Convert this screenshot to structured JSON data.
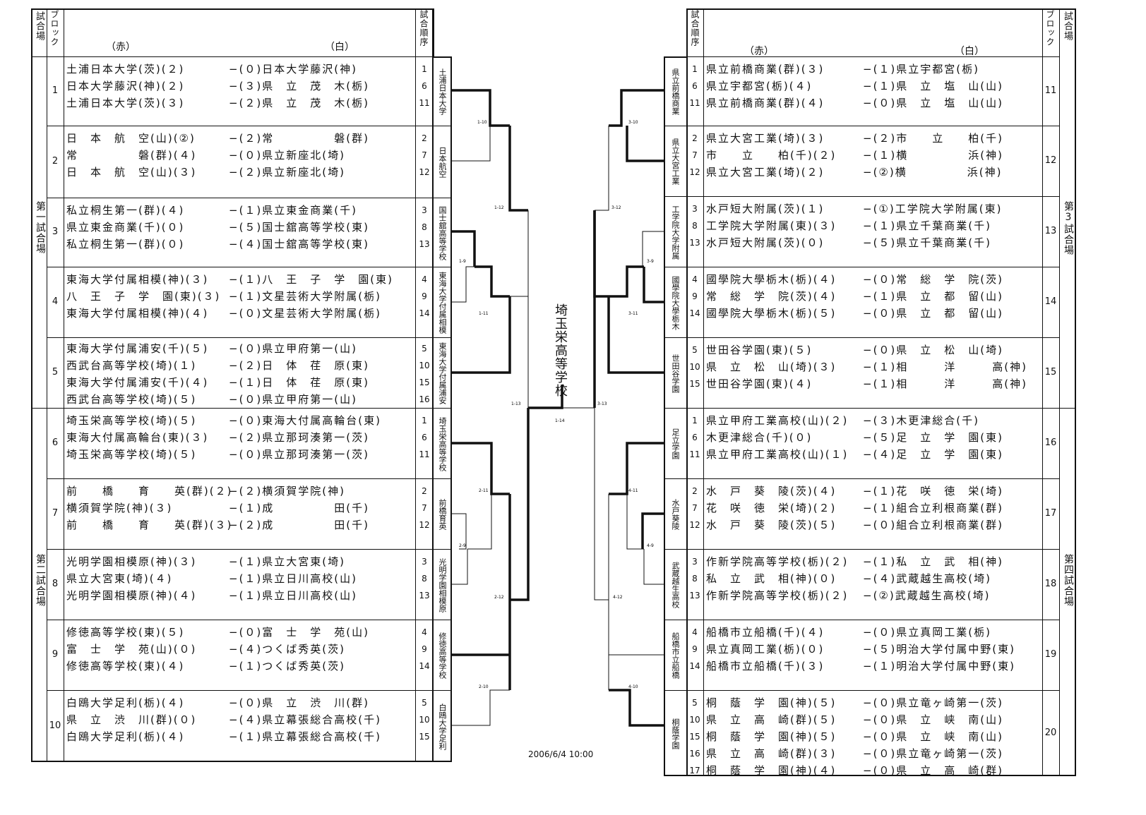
{
  "headers": {
    "venue": "試合場",
    "block": "ブロック",
    "red": "（赤）",
    "white": "（白）",
    "order": "試合順序"
  },
  "left": {
    "venues": [
      "第一試合場",
      "第二試合場"
    ],
    "blocks": [
      {
        "no": "1",
        "winner": "土浦日本大学",
        "rows": [
          {
            "o": "1",
            "r": "土浦日本大学(茨)(２)",
            "w": "−(０)日本大学藤沢(神)"
          },
          {
            "o": "6",
            "r": "日本大学藤沢(神)(２)",
            "w": "−(３)県　立　茂　木(栃)"
          },
          {
            "o": "11",
            "r": "土浦日本大学(茨)(３)",
            "w": "−(２)県　立　茂　木(栃)"
          }
        ]
      },
      {
        "no": "2",
        "winner": "日本航空",
        "rows": [
          {
            "o": "2",
            "r": "日　本　航　空(山)(②)",
            "w": "−(２)常　　　　　磐(群)"
          },
          {
            "o": "7",
            "r": "常　　　　　磐(群)(４)",
            "w": "−(０)県立新座北(埼)"
          },
          {
            "o": "12",
            "r": "日　本　航　空(山)(３)",
            "w": "−(２)県立新座北(埼)"
          }
        ]
      },
      {
        "no": "3",
        "winner": "国士舘高等学校",
        "rows": [
          {
            "o": "3",
            "r": "私立桐生第一(群)(４)",
            "w": "−(１)県立東金商業(千)"
          },
          {
            "o": "8",
            "r": "県立東金商業(千)(０)",
            "w": "−(５)国士舘高等学校(東)"
          },
          {
            "o": "13",
            "r": "私立桐生第一(群)(０)",
            "w": "−(４)国士舘高等学校(東)"
          }
        ]
      },
      {
        "no": "4",
        "winner": "東海大学付属相模",
        "rows": [
          {
            "o": "4",
            "r": "東海大学付属相模(神)(３)",
            "w": "−(１)八　王　子　学　園(東)"
          },
          {
            "o": "9",
            "r": "八　王　子　学　園(東)(３)",
            "w": "−(１)文星芸術大学附属(栃)"
          },
          {
            "o": "14",
            "r": "東海大学付属相模(神)(４)",
            "w": "−(０)文星芸術大学附属(栃)"
          }
        ]
      },
      {
        "no": "5",
        "winner": "東海大学付属浦安",
        "rows": [
          {
            "o": "5",
            "r": "東海大学付属浦安(千)(５)",
            "w": "−(０)県立甲府第一(山)"
          },
          {
            "o": "10",
            "r": "西武台高等学校(埼)(１)",
            "w": "−(２)日　体　荏　原(東)"
          },
          {
            "o": "15",
            "r": "東海大学付属浦安(千)(４)",
            "w": "−(１)日　体　荏　原(東)"
          },
          {
            "o": "16",
            "r": "西武台高等学校(埼)(５)",
            "w": "−(０)県立甲府第一(山)"
          }
        ]
      },
      {
        "no": "6",
        "winner": "埼玉栄高等学校",
        "rows": [
          {
            "o": "1",
            "r": "埼玉栄高等学校(埼)(５)",
            "w": "−(０)東海大付属高輪台(東)"
          },
          {
            "o": "6",
            "r": "東海大付属高輪台(東)(３)",
            "w": "−(２)県立那珂湊第一(茨)"
          },
          {
            "o": "11",
            "r": "埼玉栄高等学校(埼)(５)",
            "w": "−(０)県立那珂湊第一(茨)"
          }
        ]
      },
      {
        "no": "7",
        "winner": "前橋育英",
        "rows": [
          {
            "o": "2",
            "r": "前　　橋　　育　　英(群)(２)",
            "w": "−(２)横須賀学院(神)"
          },
          {
            "o": "7",
            "r": "横須賀学院(神)(３)",
            "w": "−(１)成　　　　　田(千)"
          },
          {
            "o": "12",
            "r": "前　　橋　　育　　英(群)(３)",
            "w": "−(２)成　　　　　田(千)"
          }
        ]
      },
      {
        "no": "8",
        "winner": "光明学園相模原",
        "rows": [
          {
            "o": "3",
            "r": "光明学園相模原(神)(３)",
            "w": "−(１)県立大宮東(埼)"
          },
          {
            "o": "8",
            "r": "県立大宮東(埼)(４)",
            "w": "−(１)県立日川高校(山)"
          },
          {
            "o": "13",
            "r": "光明学園相模原(神)(４)",
            "w": "−(１)県立日川高校(山)"
          }
        ]
      },
      {
        "no": "9",
        "winner": "修徳高等学校",
        "rows": [
          {
            "o": "4",
            "r": "修徳高等学校(東)(５)",
            "w": "−(０)富　士　学　苑(山)"
          },
          {
            "o": "9",
            "r": "富　士　学　苑(山)(０)",
            "w": "−(４)つくば秀英(茨)"
          },
          {
            "o": "14",
            "r": "修徳高等学校(東)(４)",
            "w": "−(１)つくば秀英(茨)"
          }
        ]
      },
      {
        "no": "10",
        "winner": "白鴎大学足利",
        "rows": [
          {
            "o": "5",
            "r": "白鴎大学足利(栃)(４)",
            "w": "−(０)県　立　渋　川(群)"
          },
          {
            "o": "10",
            "r": "県　立　渋　川(群)(０)",
            "w": "−(４)県立幕張総合高校(千)"
          },
          {
            "o": "15",
            "r": "白鴎大学足利(栃)(４)",
            "w": "−(１)県立幕張総合高校(千)"
          }
        ]
      }
    ]
  },
  "right": {
    "venues": [
      "第3試合場",
      "第四試合場"
    ],
    "blocks": [
      {
        "no": "11",
        "winner": "県立前橋商業",
        "rows": [
          {
            "o": "1",
            "r": "県立前橋商業(群)(３)",
            "w": "−(１)県立宇都宮(栃)"
          },
          {
            "o": "6",
            "r": "県立宇都宮(栃)(４)",
            "w": "−(１)県　立　塩　山(山)"
          },
          {
            "o": "11",
            "r": "県立前橋商業(群)(４)",
            "w": "−(０)県　立　塩　山(山)"
          }
        ]
      },
      {
        "no": "12",
        "winner": "県立大宮工業",
        "rows": [
          {
            "o": "2",
            "r": "県立大宮工業(埼)(３)",
            "w": "−(２)市　　立　　柏(千)"
          },
          {
            "o": "7",
            "r": "市　　立　　柏(千)(２)",
            "w": "−(１)横　　　　　浜(神)"
          },
          {
            "o": "12",
            "r": "県立大宮工業(埼)(２)",
            "w": "−(②)横　　　　　浜(神)"
          }
        ]
      },
      {
        "no": "13",
        "winner": "工学院大学附属",
        "rows": [
          {
            "o": "3",
            "r": "水戸短大附属(茨)(１)",
            "w": "−(①)工学院大学附属(東)"
          },
          {
            "o": "8",
            "r": "工学院大学附属(東)(３)",
            "w": "−(１)県立千葉商業(千)"
          },
          {
            "o": "13",
            "r": "水戸短大附属(茨)(０)",
            "w": "−(５)県立千葉商業(千)"
          }
        ]
      },
      {
        "no": "14",
        "winner": "國學院大學栃木",
        "rows": [
          {
            "o": "4",
            "r": "國學院大學栃木(栃)(４)",
            "w": "−(０)常　総　学　院(茨)"
          },
          {
            "o": "9",
            "r": "常　総　学　院(茨)(４)",
            "w": "−(１)県　立　都　留(山)"
          },
          {
            "o": "14",
            "r": "國學院大學栃木(栃)(５)",
            "w": "−(０)県　立　都　留(山)"
          }
        ]
      },
      {
        "no": "15",
        "winner": "世田谷学園",
        "rows": [
          {
            "o": "5",
            "r": "世田谷学園(東)(５)",
            "w": "−(０)県　立　松　山(埼)"
          },
          {
            "o": "10",
            "r": "県　立　松　山(埼)(３)",
            "w": "−(１)相　　　洋　　　高(神)"
          },
          {
            "o": "15",
            "r": "世田谷学園(東)(４)",
            "w": "−(１)相　　　洋　　　高(神)"
          }
        ]
      },
      {
        "no": "16",
        "winner": "足立学園",
        "rows": [
          {
            "o": "1",
            "r": "県立甲府工業高校(山)(２)",
            "w": "−(３)木更津総合(千)"
          },
          {
            "o": "6",
            "r": "木更津総合(千)(０)",
            "w": "−(５)足　立　学　園(東)"
          },
          {
            "o": "11",
            "r": "県立甲府工業高校(山)(１)",
            "w": "−(４)足　立　学　園(東)"
          }
        ]
      },
      {
        "no": "17",
        "winner": "水戸葵陵",
        "rows": [
          {
            "o": "2",
            "r": "水　戸　葵　陵(茨)(４)",
            "w": "−(１)花　咲　徳　栄(埼)"
          },
          {
            "o": "7",
            "r": "花　咲　徳　栄(埼)(２)",
            "w": "−(１)組合立利根商業(群)"
          },
          {
            "o": "12",
            "r": "水　戸　葵　陵(茨)(５)",
            "w": "−(０)組合立利根商業(群)"
          }
        ]
      },
      {
        "no": "18",
        "winner": "武蔵越生高校",
        "rows": [
          {
            "o": "3",
            "r": "作新学院高等学校(栃)(２)",
            "w": "−(１)私　立　武　相(神)"
          },
          {
            "o": "8",
            "r": "私　立　武　相(神)(０)",
            "w": "−(４)武蔵越生高校(埼)"
          },
          {
            "o": "13",
            "r": "作新学院高等学校(栃)(２)",
            "w": "−(②)武蔵越生高校(埼)"
          }
        ]
      },
      {
        "no": "19",
        "winner": "船橋市立船橋",
        "rows": [
          {
            "o": "4",
            "r": "船橋市立船橋(千)(４)",
            "w": "−(０)県立真岡工業(栃)"
          },
          {
            "o": "9",
            "r": "県立真岡工業(栃)(０)",
            "w": "−(５)明治大学付属中野(東)"
          },
          {
            "o": "14",
            "r": "船橋市立船橋(千)(３)",
            "w": "−(１)明治大学付属中野(東)"
          }
        ]
      },
      {
        "no": "20",
        "winner": "桐蔭学園",
        "rows": [
          {
            "o": "5",
            "r": "桐　蔭　学　園(神)(５)",
            "w": "−(０)県立竜ヶ崎第一(茨)"
          },
          {
            "o": "10",
            "r": "県　立　高　崎(群)(５)",
            "w": "−(０)県　立　峡　南(山)"
          },
          {
            "o": "15",
            "r": "桐　蔭　学　園(神)(５)",
            "w": "−(０)県　立　峡　南(山)"
          },
          {
            "o": "16",
            "r": "県　立　高　崎(群)(３)",
            "w": "−(０)県立竜ヶ崎第一(茨)"
          },
          {
            "o": "17",
            "r": "桐　蔭　学　園(神)(４)",
            "w": "−(０)県　立　高　崎(群)"
          }
        ]
      }
    ]
  },
  "bracket_labels": {
    "left": [
      "1-10",
      "1-12",
      "1-9",
      "1-11",
      "1-13",
      "2-11",
      "2-9",
      "2-12",
      "2-10"
    ],
    "right": [
      "3-10",
      "3-12",
      "3-9",
      "3-11",
      "3-13",
      "4-11",
      "4-9",
      "4-12",
      "4-10"
    ],
    "final": "1-14"
  },
  "champion": "埼玉栄高等学校",
  "date": "2006/6/4 10:00"
}
